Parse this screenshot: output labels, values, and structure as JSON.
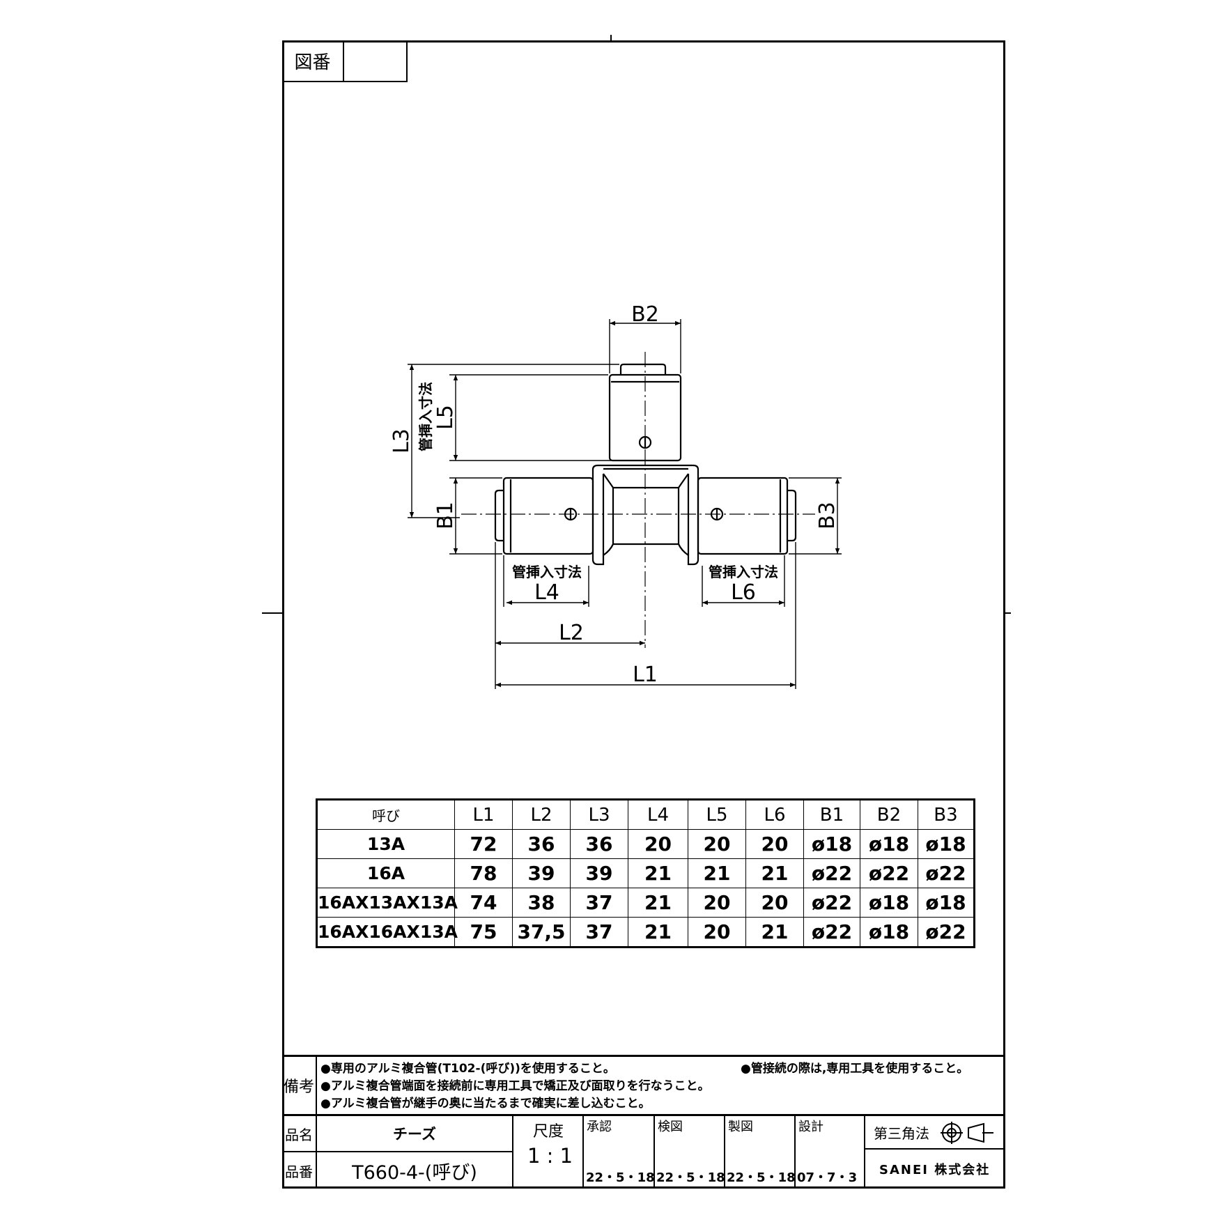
{
  "drawing_number": {
    "label": "図番",
    "value": ""
  },
  "drawing": {
    "labels": {
      "B1": "B1",
      "B2": "B2",
      "B3": "B3",
      "L1": "L1",
      "L2": "L2",
      "L3": "L3",
      "L4": "L4",
      "L5": "L5",
      "L6": "L6",
      "insertion": "管挿入寸法"
    }
  },
  "table": {
    "headers": [
      "呼び",
      "L1",
      "L2",
      "L3",
      "L4",
      "L5",
      "L6",
      "B1",
      "B2",
      "B3"
    ],
    "rows": [
      [
        "13A",
        "72",
        "36",
        "36",
        "20",
        "20",
        "20",
        "ø18",
        "ø18",
        "ø18"
      ],
      [
        "16A",
        "78",
        "39",
        "39",
        "21",
        "21",
        "21",
        "ø22",
        "ø22",
        "ø22"
      ],
      [
        "16AX13AX13A",
        "74",
        "38",
        "37",
        "21",
        "20",
        "20",
        "ø22",
        "ø18",
        "ø18"
      ],
      [
        "16AX16AX13A",
        "75",
        "37,5",
        "37",
        "21",
        "20",
        "21",
        "ø22",
        "ø18",
        "ø22"
      ]
    ]
  },
  "remarks": {
    "label": "備考",
    "lines": [
      "●専用のアルミ複合管(T102-(呼び))を使用すること。",
      "●アルミ複合管端面を接続前に専用工具で矯正及び面取りを行なうこと。",
      "●アルミ複合管が継手の奥に当たるまで確実に差し込むこと。"
    ],
    "right_note": "●管接続の際は,専用工具を使用すること。"
  },
  "title_block": {
    "name_label": "品名",
    "name": "チーズ",
    "number_label": "品番",
    "number": "T660-4-(呼び)",
    "scale_label": "尺度",
    "scale": "1 : 1",
    "approval": [
      {
        "label": "承認",
        "date": "22・5・18"
      },
      {
        "label": "検図",
        "date": "22・5・18"
      },
      {
        "label": "製図",
        "date": "22・5・18"
      },
      {
        "label": "設計",
        "date": "07・7・3"
      }
    ],
    "projection": "第三角法",
    "company": "SANEI 株式会社"
  }
}
